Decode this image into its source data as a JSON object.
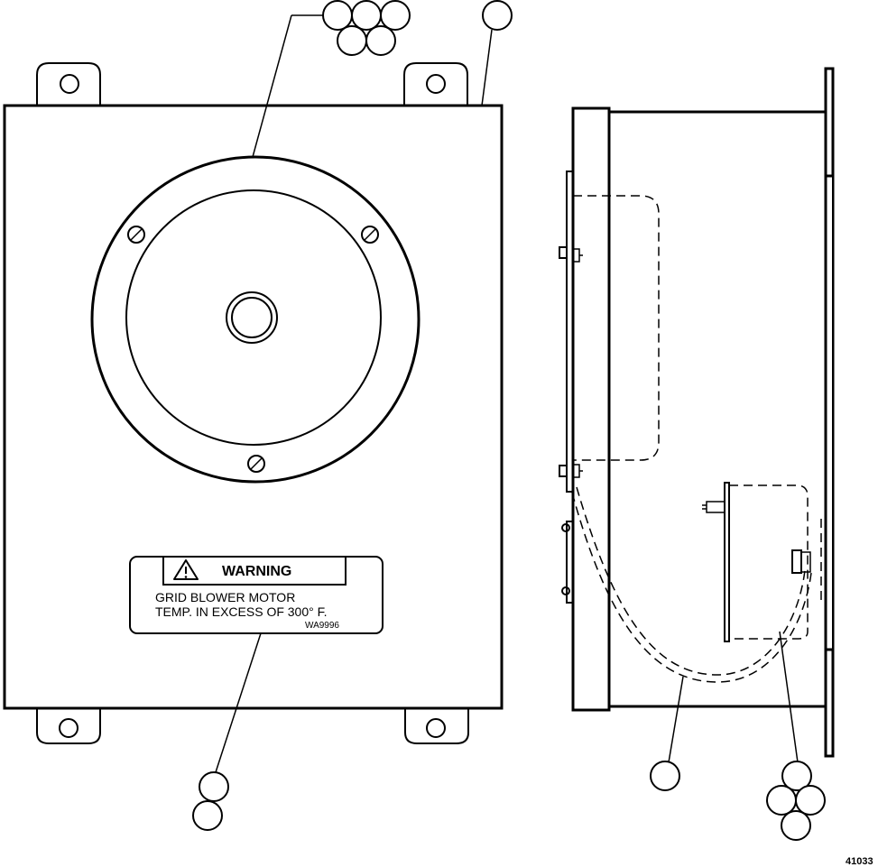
{
  "warning_label": {
    "header": "WARNING",
    "line1": "GRID BLOWER MOTOR",
    "line2": "TEMP. IN EXCESS OF 300°  F.",
    "code": "WA9996"
  },
  "figure_number": "41033"
}
